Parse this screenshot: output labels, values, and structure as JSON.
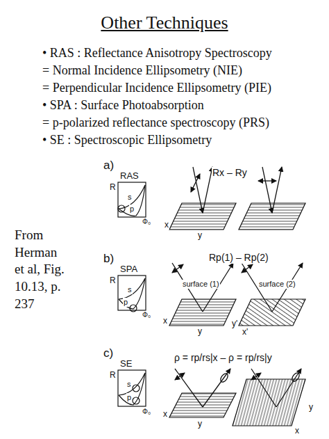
{
  "diagram": {
    "title": "Other Techniques",
    "labels": [
      "• RAS : Reflectance Anisotropy Spectroscopy",
      "= Normal Incidence Ellipsometry (NIE)",
      "= Perpendicular Incidence Ellipsometry (PIE)",
      "• SPA : Surface Photoabsorption",
      "= p-polarized reflectance spectroscopy (PRS)",
      "• SE : Spectroscopic Ellipsometry",
      "From Herman et al, Fig. 10.13, p. 237",
      "a)",
      "RAS",
      "R",
      "s",
      "p",
      "Φ₀",
      "Rx – Ry",
      "x",
      "y",
      "b)",
      "SPA",
      "R",
      "s",
      "p",
      "Φ₀",
      "Rp(1) – Rp(2)",
      "surface (1)",
      "surface (2)",
      "x",
      "y",
      "y'",
      "x'",
      "c)",
      "SE",
      "R",
      "s",
      "p",
      "Φ₀",
      "ρ = rp/rs|x – ρ = rp/rs|y",
      "x",
      "y",
      "y",
      "x"
    ]
  }
}
